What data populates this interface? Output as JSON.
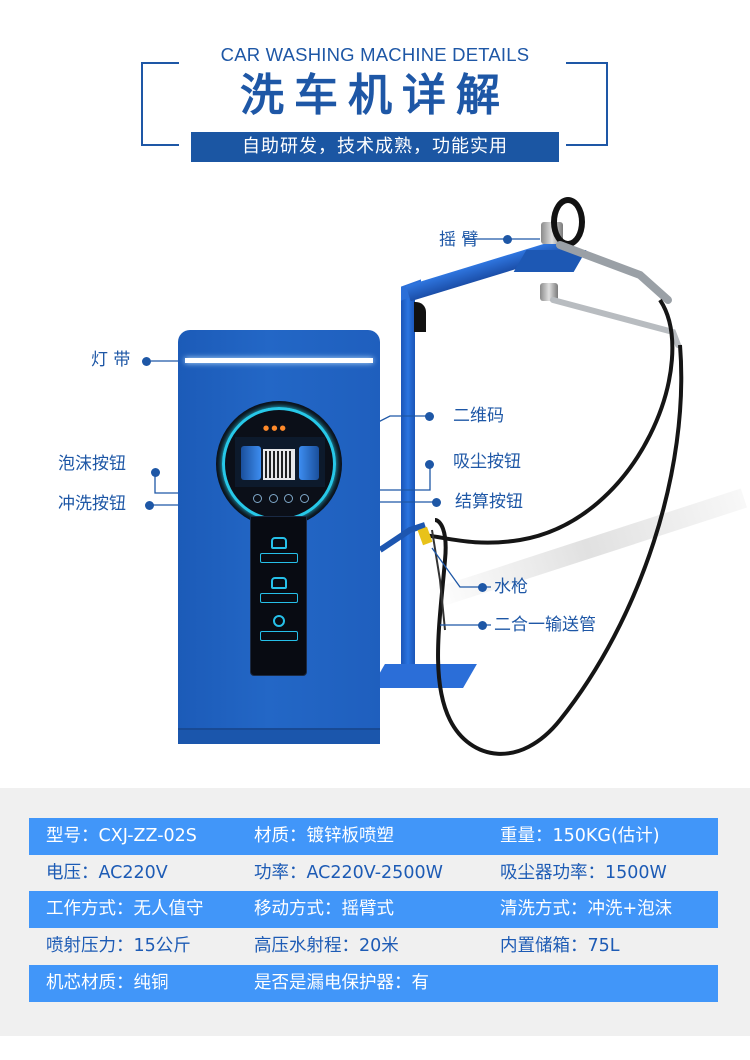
{
  "header": {
    "title_en": "CAR WASHING MACHINE DETAILS",
    "title_cn": "洗车机详解",
    "subtitle": "自助研发，技术成熟，功能实用",
    "accent_color": "#1e57a6"
  },
  "callouts": {
    "light_strip": "灯 带",
    "swing_arm": "摇 臂",
    "qr_code": "二维码",
    "foam_button": "泡沫按钮",
    "vacuum_button": "吸尘按钮",
    "rinse_button": "冲洗按钮",
    "checkout_button": "结算按钮",
    "water_gun": "水枪",
    "hose": "二合一输送管"
  },
  "specs": {
    "row_color": "#4196f9",
    "rows": [
      [
        "型号：CXJ-ZZ-02S",
        "材质：镀锌板喷塑",
        "重量：150KG(估计)"
      ],
      [
        "电压：AC220V",
        "功率：AC220V-2500W",
        "吸尘器功率：1500W"
      ],
      [
        "工作方式：无人值守",
        "移动方式：摇臂式",
        "清洗方式：冲洗+泡沫"
      ],
      [
        "喷射压力：15公斤",
        "高压水射程：20米",
        "内置储箱：75L"
      ],
      [
        "机芯材质：纯铜",
        "是否是漏电保护器：有",
        ""
      ]
    ]
  }
}
